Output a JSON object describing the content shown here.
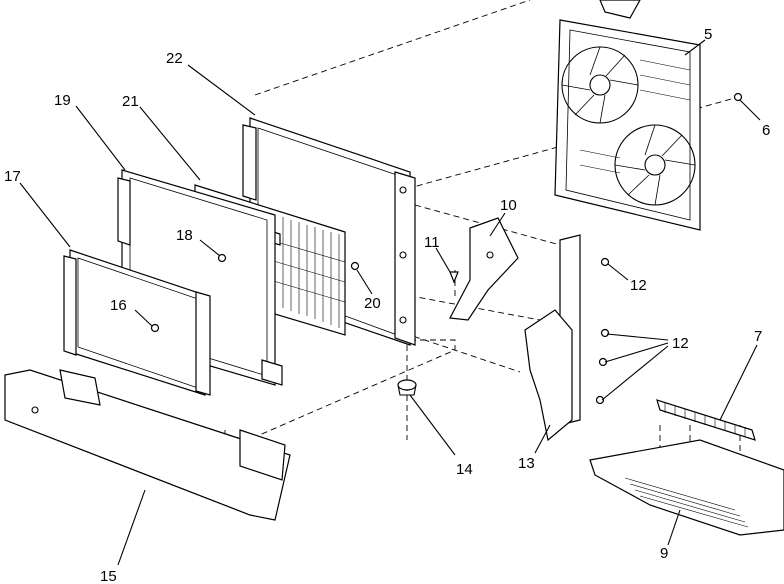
{
  "diagram": {
    "callouts": [
      {
        "id": "c22",
        "label": "22"
      },
      {
        "id": "c19",
        "label": "19"
      },
      {
        "id": "c21",
        "label": "21"
      },
      {
        "id": "c17",
        "label": "17"
      },
      {
        "id": "c5",
        "label": "5"
      },
      {
        "id": "c6",
        "label": "6"
      },
      {
        "id": "c10",
        "label": "10"
      },
      {
        "id": "c11",
        "label": "11"
      },
      {
        "id": "c12a",
        "label": "12"
      },
      {
        "id": "c12b",
        "label": "12"
      },
      {
        "id": "c18",
        "label": "18"
      },
      {
        "id": "c20",
        "label": "20"
      },
      {
        "id": "c16",
        "label": "16"
      },
      {
        "id": "c7",
        "label": "7"
      },
      {
        "id": "c14",
        "label": "14"
      },
      {
        "id": "c13",
        "label": "13"
      },
      {
        "id": "c9",
        "label": "9"
      },
      {
        "id": "c15",
        "label": "15"
      }
    ]
  }
}
